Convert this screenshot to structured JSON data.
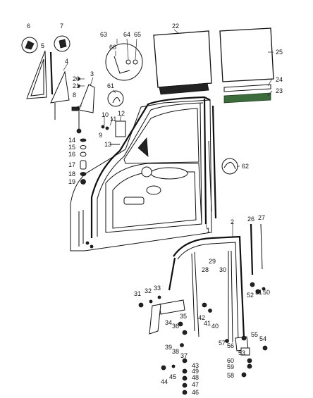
{
  "diagram": {
    "callouts": [
      "1",
      "2",
      "3",
      "4",
      "5",
      "6",
      "7",
      "8",
      "9",
      "10",
      "11",
      "12",
      "13",
      "14",
      "15",
      "16",
      "17",
      "18",
      "19",
      "20",
      "21",
      "22",
      "23",
      "24",
      "25",
      "26",
      "27",
      "28",
      "29",
      "30",
      "31",
      "32",
      "33",
      "34",
      "35",
      "36",
      "37",
      "38",
      "39",
      "40",
      "41",
      "42",
      "43",
      "44",
      "45",
      "46",
      "47",
      "48",
      "49",
      "50",
      "51",
      "52",
      "53",
      "54",
      "55",
      "56",
      "57",
      "58",
      "59",
      "60",
      "61",
      "62",
      "63",
      "64",
      "65",
      "66"
    ],
    "colors": {
      "line": "#111111",
      "seal_highlight": "#3c6b3c",
      "background": "#ffffff"
    }
  }
}
